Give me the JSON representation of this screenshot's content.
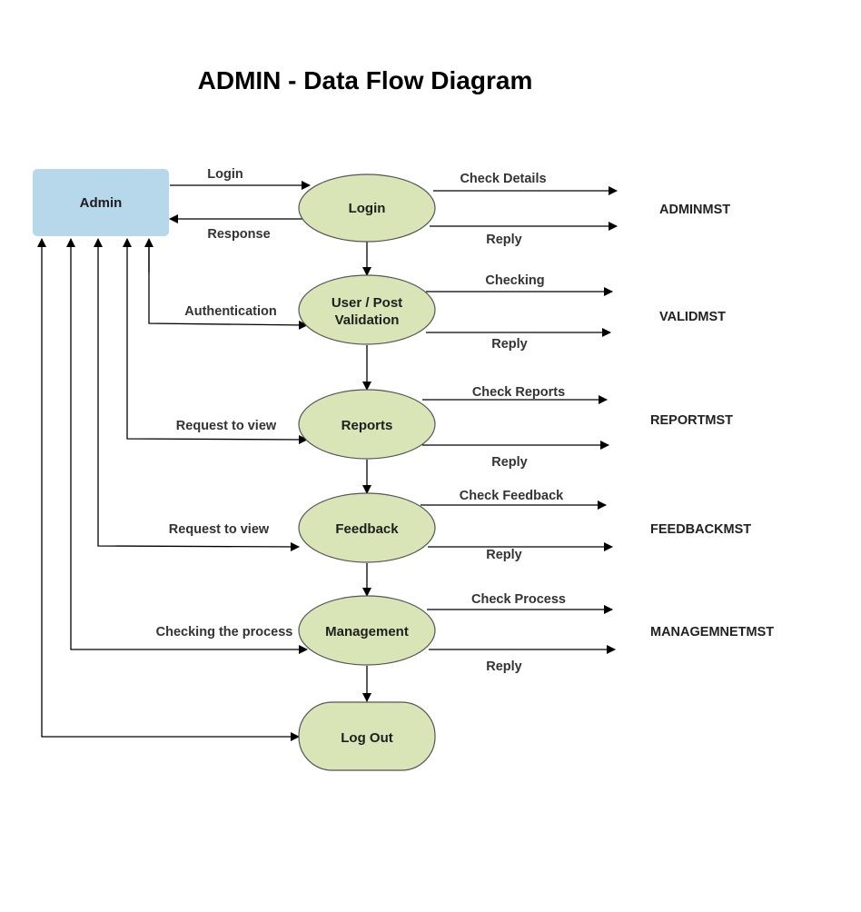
{
  "title": "ADMIN - Data Flow Diagram",
  "colors": {
    "entity_fill": "#b7d7ea",
    "process_fill": "#d9e5b6",
    "process_stroke": "#555555",
    "line": "#000000"
  },
  "entity": {
    "label": "Admin"
  },
  "processes": [
    {
      "label": "Login"
    },
    {
      "label": "User / Post",
      "label2": "Validation"
    },
    {
      "label": "Reports"
    },
    {
      "label": "Feedback"
    },
    {
      "label": "Management"
    },
    {
      "label": "Log Out"
    }
  ],
  "admin_flows": {
    "login": "Login",
    "response": "Response",
    "authentication": "Authentication",
    "reports_request": "Request to view",
    "feedback_request": "Request to view",
    "management_check": "Checking the process"
  },
  "store_flows": [
    {
      "out": "Check Details",
      "in": "Reply",
      "store": "ADMINMST"
    },
    {
      "out": "Checking",
      "in": "Reply",
      "store": "VALIDMST"
    },
    {
      "out": "Check Reports",
      "in": "Reply",
      "store": "REPORTMST"
    },
    {
      "out": "Check Feedback",
      "in": "Reply",
      "store": "FEEDBACKMST"
    },
    {
      "out": "Check Process",
      "in": "Reply",
      "store": "MANAGEMNETMST"
    }
  ]
}
